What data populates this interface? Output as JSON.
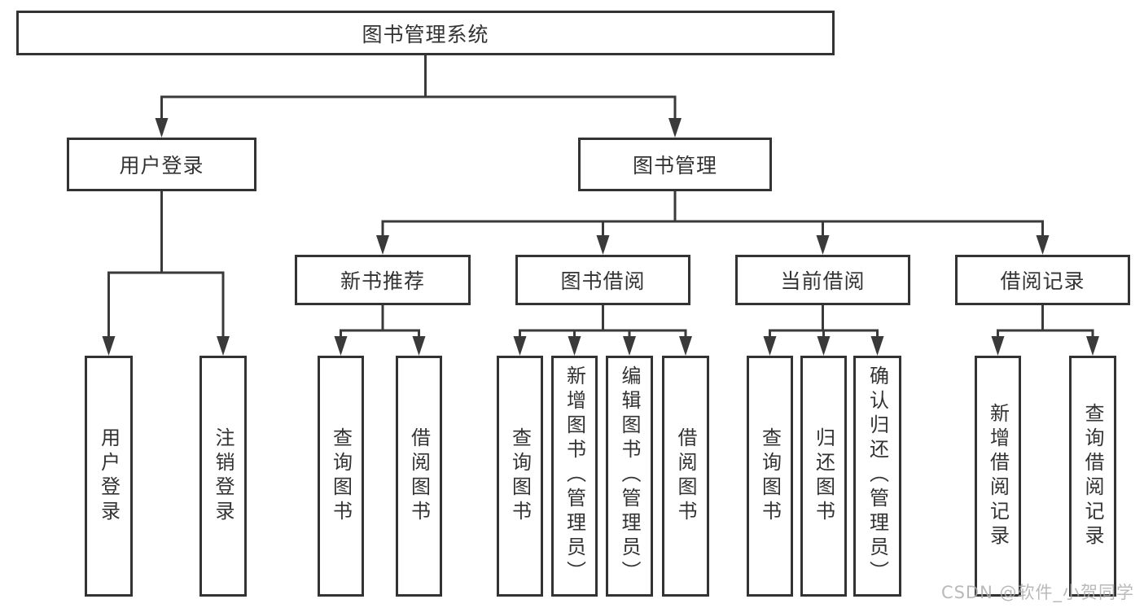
{
  "diagram": {
    "root": {
      "label": "图书管理系统"
    },
    "user_login": {
      "label": "用户登录",
      "children": [
        {
          "label": "用户登录"
        },
        {
          "label": "注销登录"
        }
      ]
    },
    "book_mgmt": {
      "label": "图书管理",
      "children": [
        {
          "label": "新书推荐",
          "children": [
            {
              "label": "查询图书"
            },
            {
              "label": "借阅图书"
            }
          ]
        },
        {
          "label": "图书借阅",
          "children": [
            {
              "label": "查询图书"
            },
            {
              "label": "新增图书（管理员）"
            },
            {
              "label": "编辑图书（管理员）"
            },
            {
              "label": "借阅图书"
            }
          ]
        },
        {
          "label": "当前借阅",
          "children": [
            {
              "label": "查询图书"
            },
            {
              "label": "归还图书"
            },
            {
              "label": "确认归还（管理员）"
            }
          ]
        },
        {
          "label": "借阅记录",
          "children": [
            {
              "label": "新增借阅记录"
            },
            {
              "label": "查询借阅记录"
            }
          ]
        }
      ]
    }
  },
  "watermark": {
    "text": "CSDN @软件_小贺同学"
  },
  "colors": {
    "line": "#3a3a3a",
    "border": "#333333",
    "text": "#333333",
    "background": "#ffffff",
    "watermark": "#adadad"
  }
}
